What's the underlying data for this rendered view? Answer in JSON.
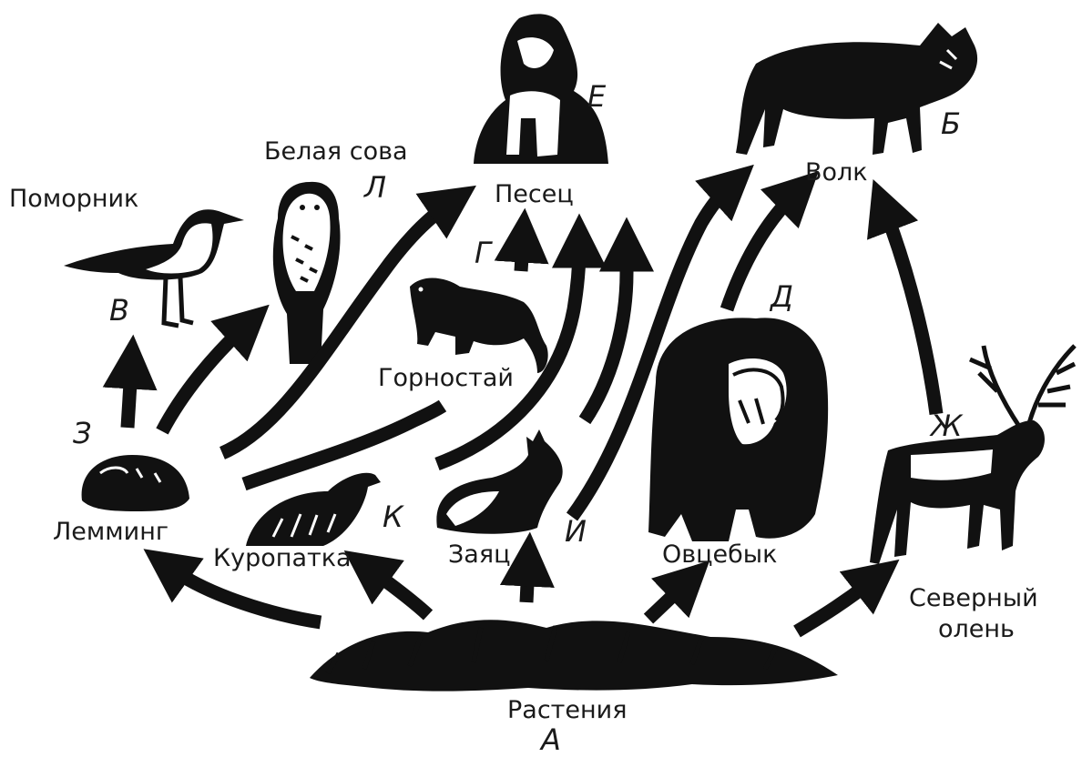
{
  "diagram": {
    "nodes": {
      "plants": {
        "name": "Растения",
        "letter": "А"
      },
      "wolf": {
        "name": "Волк",
        "letter": "Б"
      },
      "skua": {
        "name": "Поморник",
        "letter": "В"
      },
      "stoat": {
        "name": "Горностай",
        "letter": "Г"
      },
      "muskox": {
        "name": "Овцебык",
        "letter": "Д"
      },
      "fox": {
        "name": "Песец",
        "letter": "Е"
      },
      "reindeer": {
        "name_line1": "Северный",
        "name_line2": "олень",
        "letter": "Ж"
      },
      "lemming": {
        "name": "Лемминг",
        "letter": "З"
      },
      "hare": {
        "name": "Заяц",
        "letter": "И"
      },
      "ptarmigan": {
        "name": "Куропатка",
        "letter": "К"
      },
      "owl": {
        "name": "Белая сова",
        "letter": "Л"
      }
    },
    "edges": [
      [
        "plants",
        "lemming"
      ],
      [
        "plants",
        "ptarmigan"
      ],
      [
        "plants",
        "hare"
      ],
      [
        "plants",
        "muskox"
      ],
      [
        "plants",
        "reindeer"
      ],
      [
        "lemming",
        "skua"
      ],
      [
        "lemming",
        "owl"
      ],
      [
        "lemming",
        "fox"
      ],
      [
        "lemming",
        "stoat"
      ],
      [
        "ptarmigan",
        "fox"
      ],
      [
        "hare",
        "fox"
      ],
      [
        "hare",
        "wolf"
      ],
      [
        "stoat",
        "fox"
      ],
      [
        "muskox",
        "wolf"
      ],
      [
        "reindeer",
        "wolf"
      ]
    ],
    "colors": {
      "ink": "#111111",
      "background": "#ffffff"
    }
  }
}
